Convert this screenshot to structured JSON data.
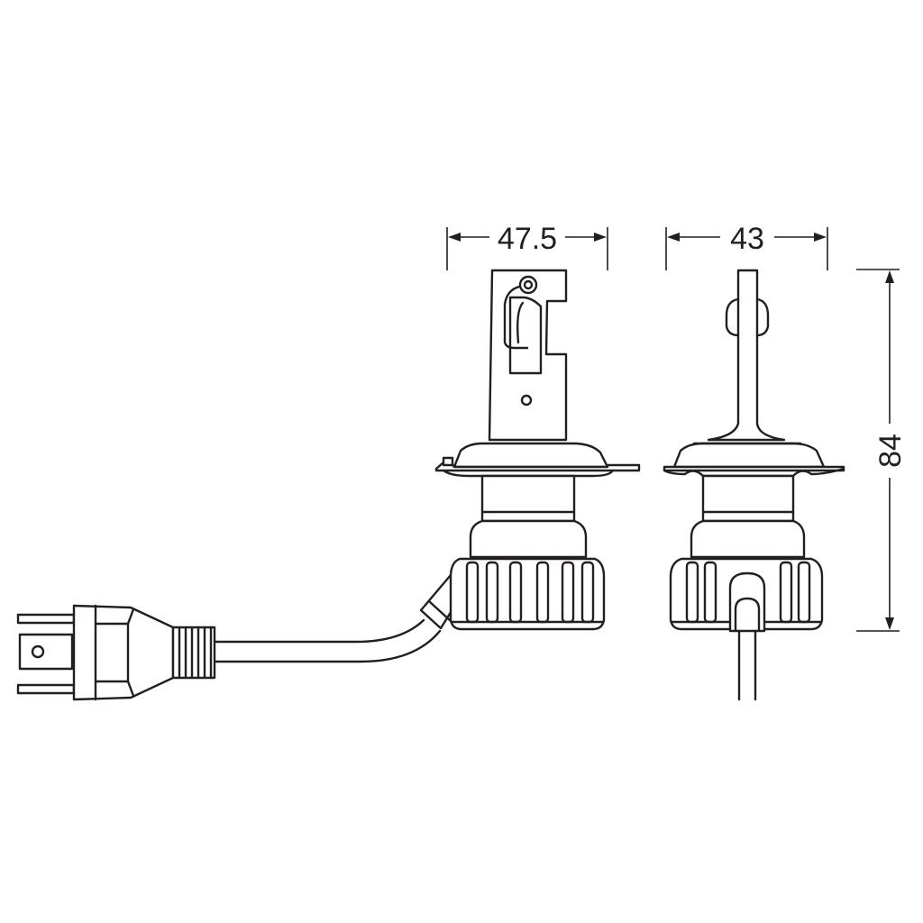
{
  "dimensions": {
    "width_front": "47.5",
    "width_side": "43",
    "height": "84"
  },
  "colors": {
    "line": "#231f20",
    "background": "#ffffff"
  }
}
